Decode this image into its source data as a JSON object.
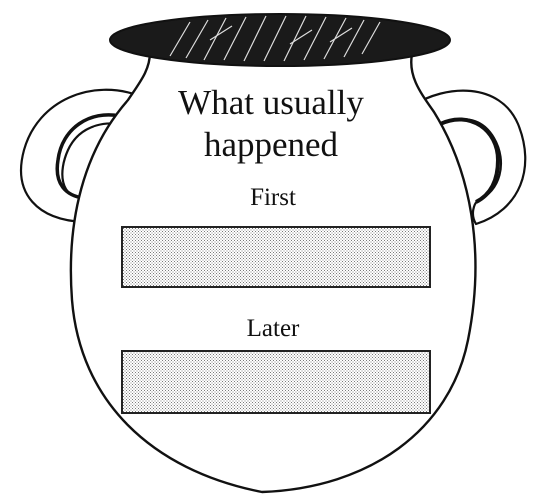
{
  "pot": {
    "title_line_1": "What usually",
    "title_line_2": "happened",
    "label_first": "First",
    "label_later": "Later"
  },
  "colors": {
    "outline": "#111111",
    "box_fill_stipple": "#b8b8b8",
    "rim_fill": "#1a1a1a",
    "background": "#ffffff"
  }
}
